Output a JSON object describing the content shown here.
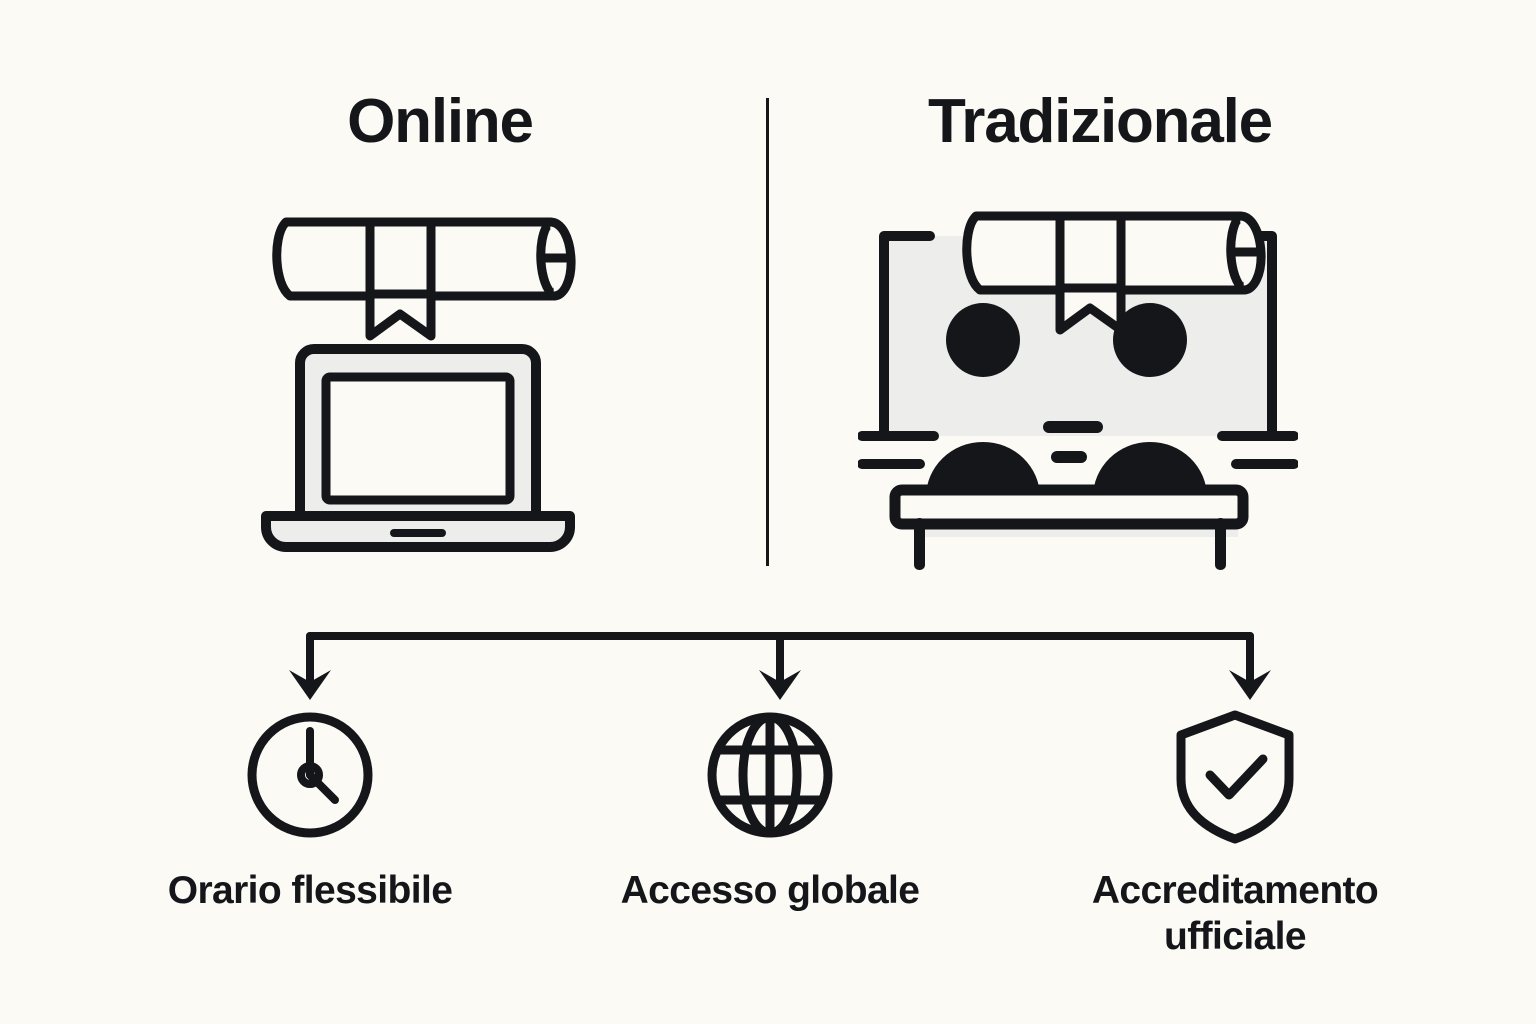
{
  "page": {
    "background_color": "#FBFAF5",
    "ink_color": "#14161A",
    "fill_gray": "#EDEDEB",
    "panel_white": "#FBFAF5"
  },
  "columns": [
    {
      "id": "online",
      "heading": "Online",
      "illustration": "laptop-with-diploma-icon",
      "parts": [
        "diploma-scroll-icon",
        "laptop-icon"
      ]
    },
    {
      "id": "tradizionale",
      "heading": "Tradizionale",
      "illustration": "classroom-with-diploma-icon",
      "parts": [
        "diploma-scroll-icon",
        "whiteboard-icon",
        "students-at-desk-icon"
      ]
    }
  ],
  "divider": {
    "name": "vertical-divider",
    "orientation": "vertical"
  },
  "connector": {
    "name": "bracket-connector",
    "arrow_count": 3,
    "direction": "down"
  },
  "features": [
    {
      "icon": "clock-icon",
      "label": "Orario flessibile"
    },
    {
      "icon": "globe-icon",
      "label": "Accesso globale"
    },
    {
      "icon": "shield-check-icon",
      "label": "Accreditamento\nufficiale"
    }
  ],
  "features_flat": {
    "label_0": "Orario flessibile",
    "label_1": "Accesso globale",
    "label_2_line1": "Accreditamento",
    "label_2_line2": "ufficiale"
  }
}
